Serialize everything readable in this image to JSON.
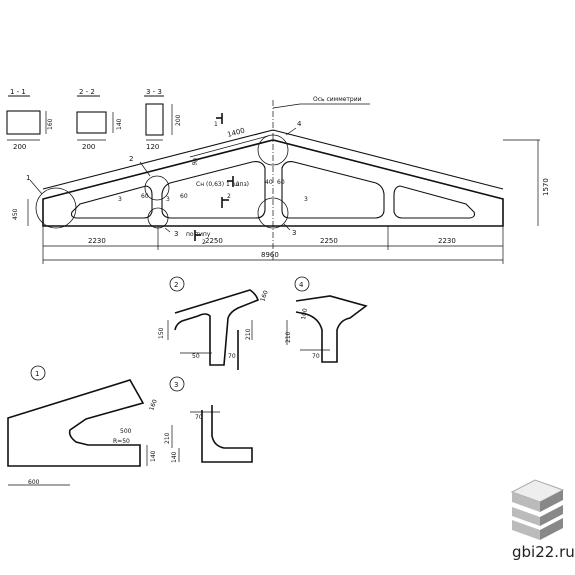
{
  "sections": {
    "s1": {
      "label": "1 - 1",
      "width": "200",
      "height": "160"
    },
    "s2": {
      "label": "2 - 2",
      "width": "200",
      "height": "140"
    },
    "s3": {
      "label": "3 - 3",
      "width": "120",
      "height": "200"
    }
  },
  "main": {
    "symmetry_axis": "Ось симметрии",
    "span_total": "8960",
    "spans": [
      "2230",
      "2250",
      "2250",
      "2230"
    ],
    "height_end": "450",
    "height_total": "1570",
    "dim_1400": "1400",
    "dim_90": "90",
    "dim_60a": "60",
    "dim_60b": "60",
    "dim_40": "40",
    "dim_60c": "60",
    "note": "Сн (0,63) 1 (шпз)",
    "po_tipu": "по типу",
    "markers": {
      "c1": "1",
      "c2": "2",
      "c3": "3",
      "c4": "4",
      "cut1a": "1",
      "cut1b": "1",
      "cut2a": "2",
      "cut2b": "2",
      "cut3a": "3",
      "cut3b": "3",
      "cut3c": "3"
    }
  },
  "detail2": {
    "num": "2",
    "d160": "160",
    "d150": "150",
    "d210": "210",
    "d50": "50",
    "d70": "70"
  },
  "detail4": {
    "num": "4",
    "d100": "100",
    "d210": "210",
    "d70": "70"
  },
  "detail1": {
    "num": "1",
    "d160": "160",
    "d500": "500",
    "dR": "R=50",
    "d140": "140",
    "d600": "600"
  },
  "detail3": {
    "num": "3",
    "d70": "70",
    "d210": "210",
    "d140": "140"
  },
  "site": "gbi22.ru"
}
